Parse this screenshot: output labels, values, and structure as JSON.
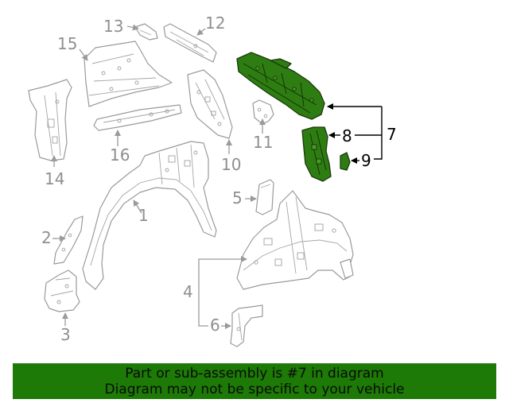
{
  "diagram": {
    "callouts": [
      "1",
      "2",
      "3",
      "4",
      "5",
      "6",
      "7",
      "8",
      "9",
      "10",
      "11",
      "12",
      "13",
      "14",
      "15",
      "16"
    ],
    "highlighted_parts": [
      "7",
      "8",
      "9"
    ],
    "colors": {
      "highlight": "#2e7d12",
      "line": "#9a9a9a",
      "banner": "#1d7a06"
    }
  },
  "banner": {
    "line1": "Part or sub-assembly is #7 in diagram",
    "line2": "Diagram may not be specific to your vehicle"
  }
}
